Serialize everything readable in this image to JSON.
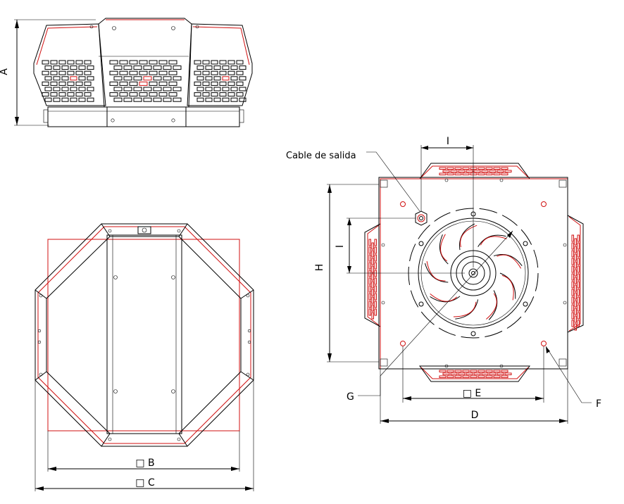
{
  "labels": {
    "A": "A",
    "B": "□ B",
    "C": "□ C",
    "D": "D",
    "E": "□ E",
    "F": "F",
    "G": "G",
    "H": "H",
    "I_top": "I",
    "I_left": "I",
    "cable": "Cable de salida"
  },
  "colors": {
    "line": "#000000",
    "accent": "#d01010",
    "background": "#ffffff"
  }
}
